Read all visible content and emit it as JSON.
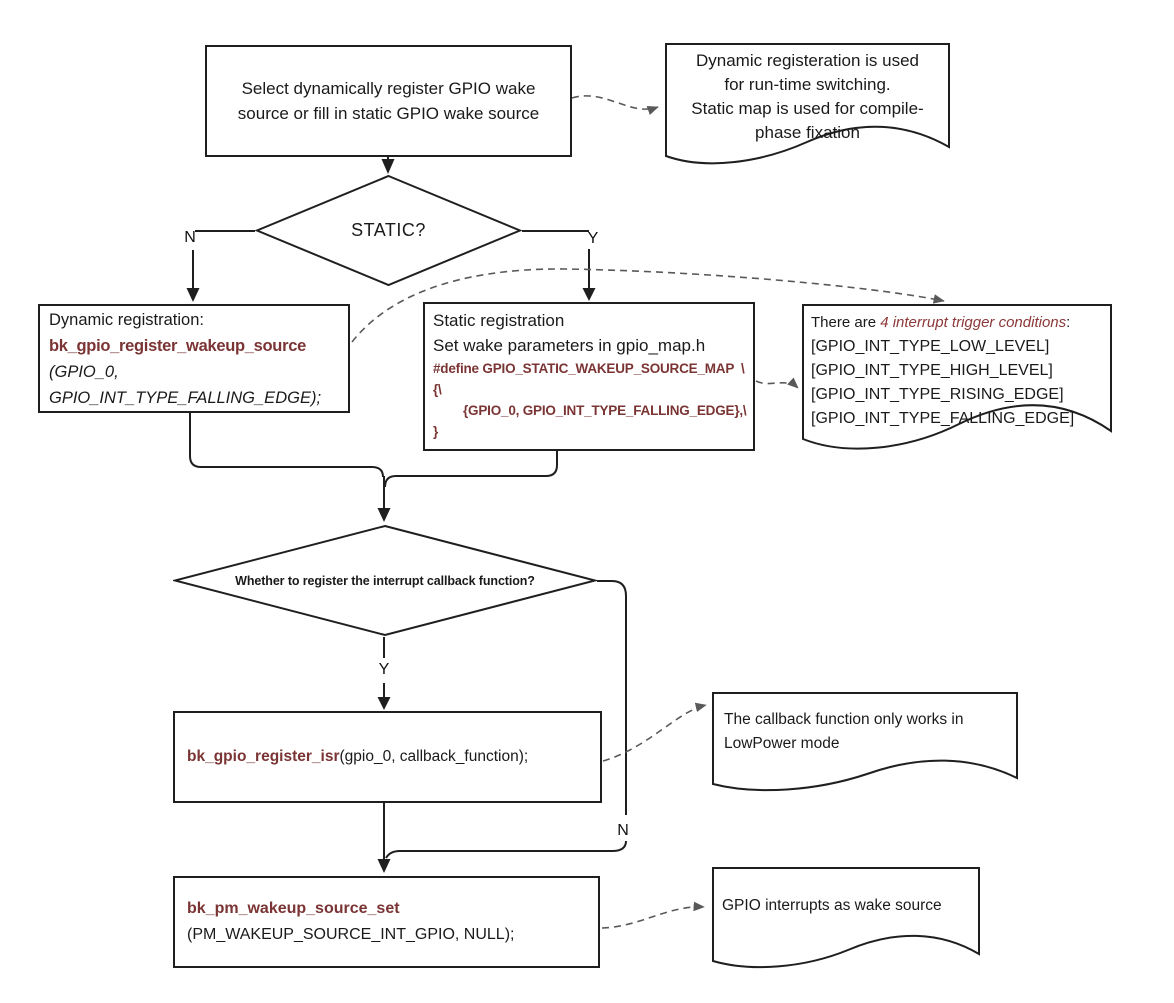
{
  "colors": {
    "accent_maroon": "#7b3434",
    "solid_line": "#1f1f1f",
    "dashed_line": "#595959",
    "background": "#ffffff"
  },
  "nodes": {
    "start": {
      "text": "Select dynamically register GPIO wake source or fill in static GPIO wake source"
    },
    "decision_static": {
      "label": "STATIC?"
    },
    "dynamic_box": {
      "title": "Dynamic registration:",
      "function": "bk_gpio_register_wakeup_source",
      "arg_line1": "(GPIO_0,",
      "arg_line2": "GPIO_INT_TYPE_FALLING_EDGE);"
    },
    "static_box": {
      "title": "Static registration",
      "subtitle": "Set wake parameters in gpio_map.h",
      "code": [
        "#define GPIO_STATIC_WAKEUP_SOURCE_MAP  \\",
        "{\\",
        "{GPIO_0, GPIO_INT_TYPE_FALLING_EDGE},\\",
        "}"
      ]
    },
    "decision_callback": {
      "label": "Whether to register the interrupt callback function?"
    },
    "isr_box": {
      "function": "bk_gpio_register_isr",
      "args": "(gpio_0, callback_function);"
    },
    "pm_box": {
      "function": "bk_pm_wakeup_source_set",
      "args": "(PM_WAKEUP_SOURCE_INT_GPIO, NULL);"
    }
  },
  "notes": {
    "top": {
      "lines": [
        "Dynamic registeration is used",
        "for run-time switching.",
        "Static map is used for compile-",
        "phase fixation"
      ]
    },
    "trigger": {
      "prefix": "There are ",
      "emphasis": "4 interrupt trigger conditions",
      "suffix": ":",
      "items": [
        "[GPIO_INT_TYPE_LOW_LEVEL]",
        "[GPIO_INT_TYPE_HIGH_LEVEL]",
        "[GPIO_INT_TYPE_RISING_EDGE]",
        "[GPIO_INT_TYPE_FALLING_EDGE]"
      ]
    },
    "callback": {
      "text": "The callback function only works in LowPower mode"
    },
    "wake": {
      "text": "GPIO interrupts as wake source"
    }
  },
  "edges": {
    "static_no": "N",
    "static_yes": "Y",
    "callback_yes": "Y",
    "callback_no": "N"
  }
}
